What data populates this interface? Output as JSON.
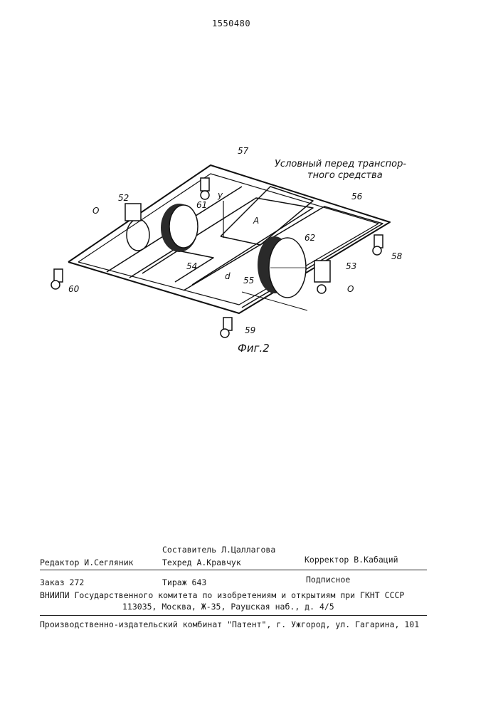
{
  "header": {
    "patent_number": "1550480"
  },
  "figure": {
    "caption_line1": "Условный перед транспор-",
    "caption_line2": "тного средства",
    "fig_label": "Фиг.2",
    "labels": {
      "n57": "57",
      "n52": "52",
      "n56": "56",
      "n61": "61",
      "n62": "62",
      "n53": "53",
      "n54": "54",
      "n55": "55",
      "n58": "58",
      "n59": "59",
      "n60": "60",
      "o_left": "О",
      "o_right": "О",
      "y": "у",
      "a": "А",
      "d": "d"
    }
  },
  "imprint": {
    "compiler": "Составитель Л.Цаллагова",
    "editor": "Редактор И.Сегляник",
    "techred": "Техред А.Кравчук",
    "corrector": "Корректор В.Кабаций",
    "order": "Заказ 272",
    "circulation": "Тираж 643",
    "subscription": "Подписное",
    "org": "ВНИИПИ Государственного комитета по изобретениям и открытиям при ГКНТ СССР",
    "address": "113035, Москва, Ж-35, Раушская наб., д. 4/5",
    "publisher": "Производственно-издательский комбинат \"Патент\", г. Ужгород, ул. Гагарина, 101"
  }
}
